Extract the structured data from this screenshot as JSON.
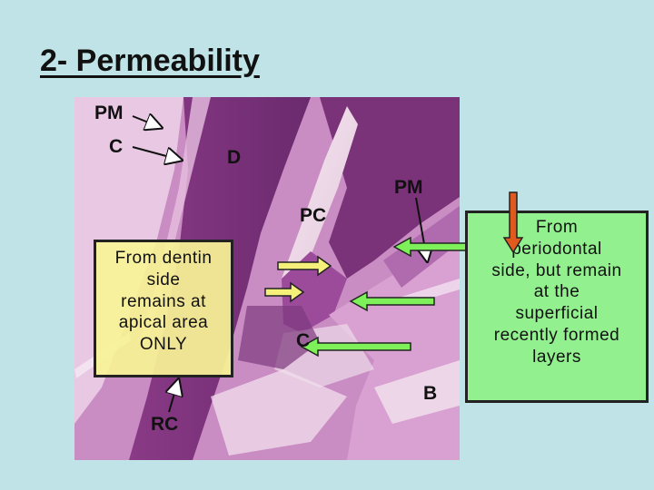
{
  "slide": {
    "title": "2- Permeability"
  },
  "labels": {
    "pm_top": "PM",
    "c_top": "C",
    "d": "D",
    "pm_right": "PM",
    "pc": "PC",
    "c_bottom": "C",
    "b": "B",
    "rc": "RC"
  },
  "boxes": {
    "dentin_lines": [
      "From dentin",
      "side",
      "remains at",
      "apical area",
      "ONLY"
    ],
    "periodontal_lines": [
      "From",
      "periodontal",
      "side, but remain",
      "at the",
      "superficial",
      "recently formed",
      "layers"
    ]
  },
  "colors": {
    "background": "#bfe3e6",
    "dentin_box": "#f7f396",
    "periodontal_box": "#93f08f",
    "yellow_arrow": "#f5f07a",
    "green_arrow": "#7df05a",
    "orange_arrow": "#e05a1e"
  }
}
